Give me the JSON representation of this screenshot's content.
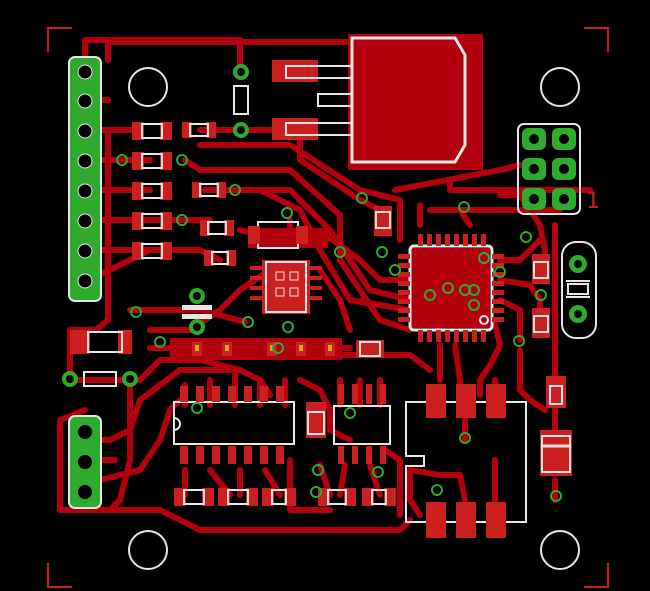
{
  "board": {
    "background_color": "#000000",
    "copper_color": "#b3000f",
    "pad_color": "#cc1f1f",
    "silk_color": "#e6e6e6",
    "via_color": "#2faa2f",
    "corner_mark_color": "#cc1f1f"
  },
  "silk_labels": {
    "pin1": "1"
  },
  "components": [
    "header-8pin-left",
    "header-3pin-left-bottom",
    "header-2x3-right",
    "voltage-regulator",
    "crystal",
    "microcontroller-qfp",
    "ic-soic-14",
    "ic-soic-8",
    "ic-small-qfn",
    "inductor-module",
    "diode",
    "mounting-hole-x4"
  ]
}
